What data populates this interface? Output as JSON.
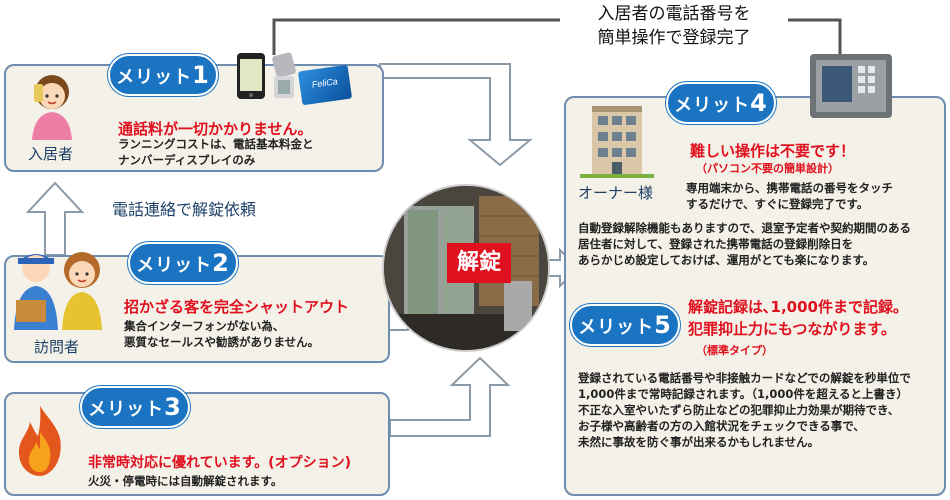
{
  "top_note": {
    "line1": "入居者の電話番号を",
    "line2": "簡単操作で登録完了"
  },
  "center": {
    "label": "解錠"
  },
  "middle_note": "電話連絡で解錠依頼",
  "merit1": {
    "pill": "メリット",
    "number": "1",
    "headline": "通話料が一切かかりません。",
    "body1": "ランニングコストは、電話基本料金と",
    "body2": "ナンバーディスプレイのみ",
    "who": "入居者",
    "card_text": "FeliCa"
  },
  "merit2": {
    "pill": "メリット",
    "number": "2",
    "headline": "招かざる客を完全シャットアウト",
    "body1": "集合インターフォンがない為、",
    "body2": "悪質なセールスや勧誘がありません。",
    "who": "訪問者"
  },
  "merit3": {
    "pill": "メリット",
    "number": "3",
    "headline": "非常時対応に優れています。(オプション)",
    "body1": "火災・停電時には自動解錠されます。"
  },
  "merit4": {
    "pill": "メリット",
    "number": "4",
    "headline": "難しい操作は不要です！",
    "sub": "（パソコン不要の簡単設計）",
    "who": "オーナー様",
    "body1": "専用端末から、携帯電話の番号をタッチ",
    "body2": "するだけで、すぐに登録完了です。",
    "body3": "自動登録解除機能もありますので、退室予定者や契約期間のある",
    "body4": "居住者に対して、登録された携帯電話の登録削除日を",
    "body5": "あらかじめ設定しておけば、運用がとても楽になります。"
  },
  "merit5": {
    "pill": "メリット",
    "number": "5",
    "headline1": "解錠記録は､1,000件まで記録。",
    "headline2": "犯罪抑止力にもつながります。",
    "sub": "（標準タイプ）",
    "body1": "登録されている電話番号や非接触カードなどでの解錠を秒単位で",
    "body2": "1,000件まで常時記録されます。（1,000件を超えると上書き）",
    "body3": "不正な入室やいたずら防止などの犯罪抑止力効果が期待でき、",
    "body4": "お子様や高齢者の方の入館状況をチェックできる事で、",
    "body5": "未然に事故を防ぐ事が出来るかもしれません。"
  },
  "colors": {
    "accent": "#1b74c2",
    "headline": "#e0101e",
    "panel": "#f4f1e8",
    "border": "#6d8db0"
  }
}
